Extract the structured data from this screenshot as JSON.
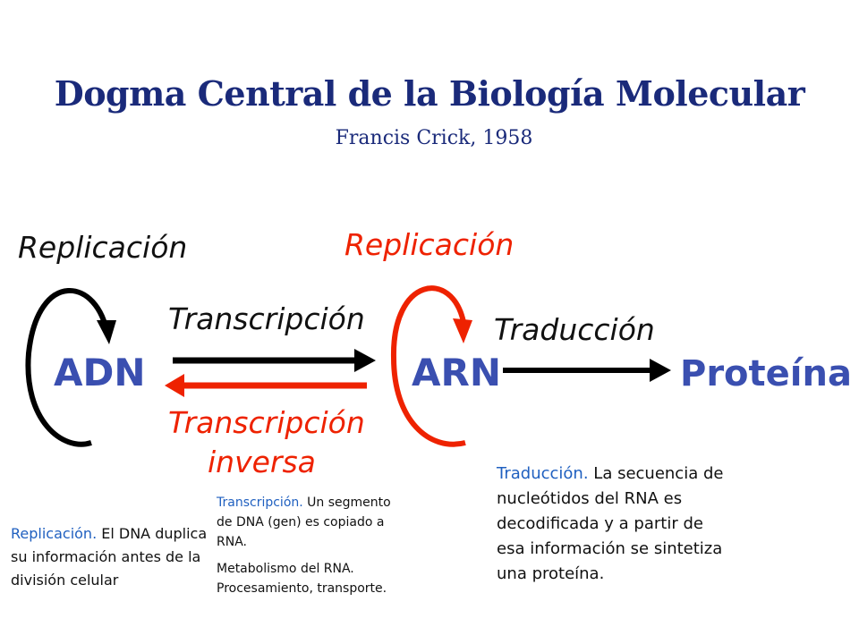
{
  "header": {
    "title": "Dogma Central de la Biología Molecular",
    "subtitle": "Francis Crick, 1958"
  },
  "nodes": {
    "adn": "ADN",
    "arn": "ARN",
    "proteina": "Proteína"
  },
  "processes": {
    "replicacion_adn": "Replicación",
    "replicacion_arn": "Replicación",
    "transcripcion": "Transcripción",
    "transcripcion_inversa_line1": "Transcripción",
    "transcripcion_inversa_line2": "inversa",
    "traduccion": "Traducción"
  },
  "notes": {
    "replicacion": {
      "heading": "Replicación.",
      "text": " El DNA duplica su información antes de la división celular"
    },
    "transcripcion": {
      "heading": "Transcripción.",
      "text": " Un segmento de DNA (gen) es copiado a RNA.",
      "text2": "Metabolismo del RNA. Procesamiento, transporte."
    },
    "traduccion": {
      "heading": "Traducción.",
      "text": " La secuencia de nucleótidos del RNA es decodificada y a partir de esa información se sintetiza una proteína."
    }
  },
  "colors": {
    "title": "#1a2a7a",
    "node": "#3a4fb0",
    "black_arrow": "#000000",
    "red_arrow": "#ee2200",
    "note_highlight": "#2060c0"
  }
}
